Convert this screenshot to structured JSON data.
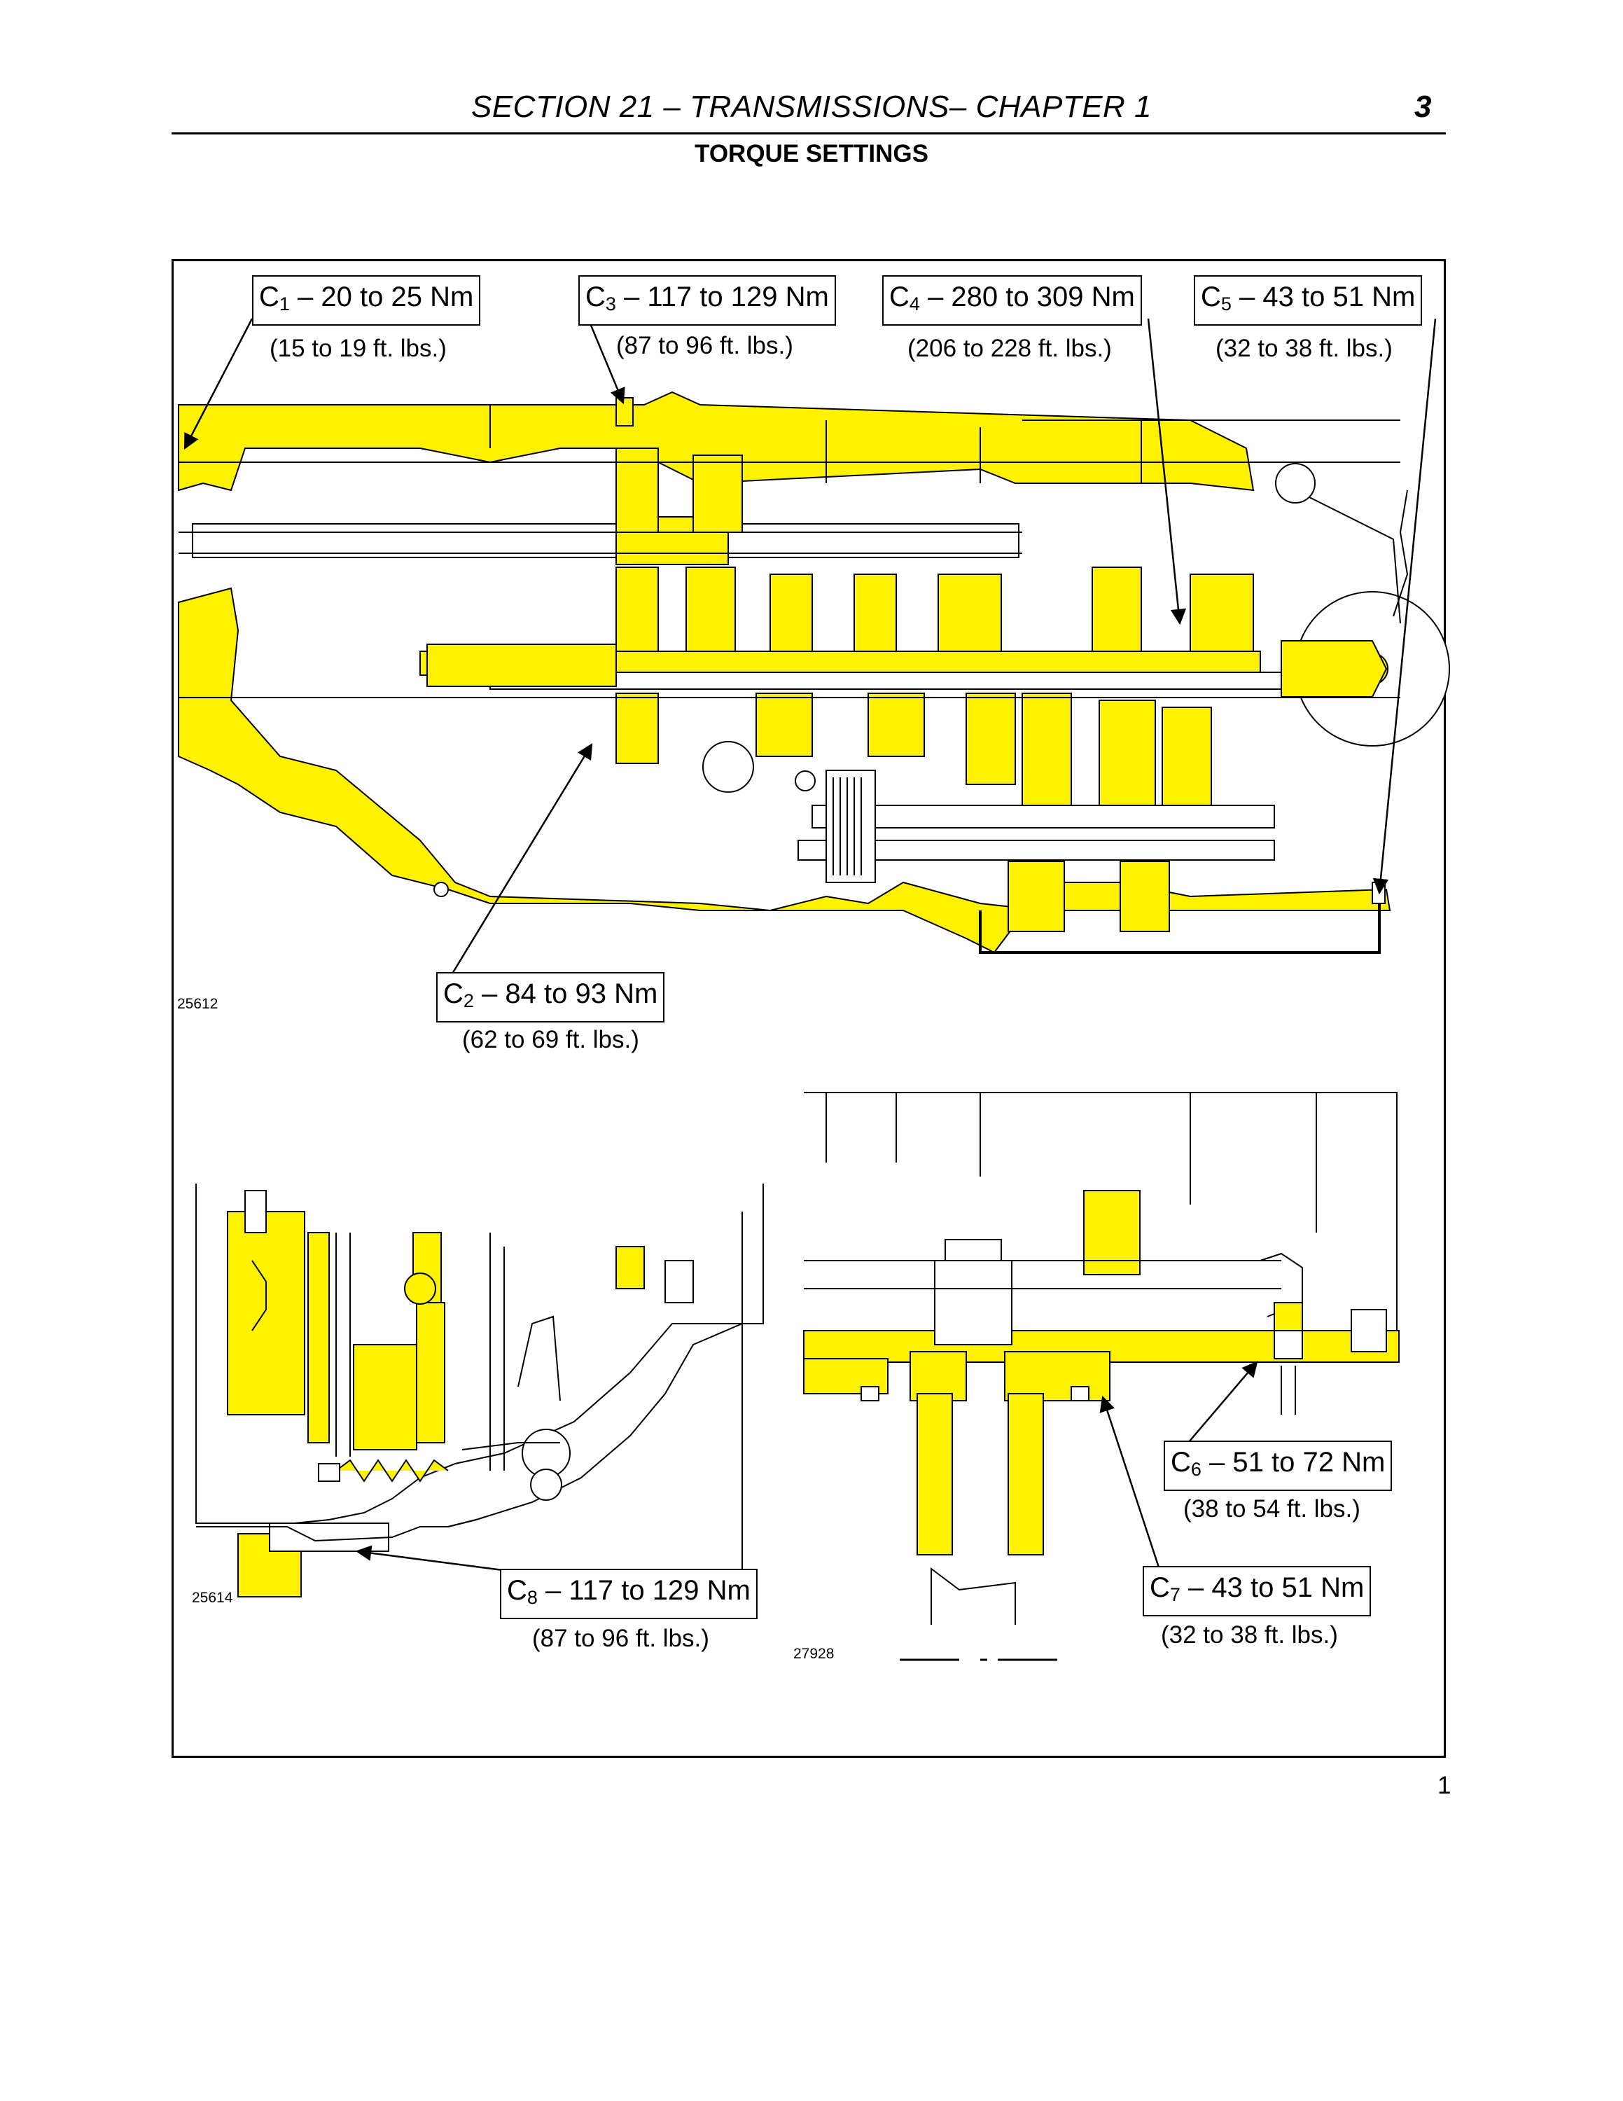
{
  "header": {
    "title": "SECTION 21 – TRANSMISSIONS– CHAPTER 1",
    "page_number": "3",
    "subtitle": "TORQUE SETTINGS"
  },
  "callouts": [
    {
      "id": "c1",
      "label": "C",
      "index": "1",
      "value": " – 20 to 25 Nm",
      "sub": "(15 to 19 ft. lbs.)"
    },
    {
      "id": "c3",
      "label": "C",
      "index": "3",
      "value": " – 117 to 129 Nm",
      "sub": "(87 to 96 ft. lbs.)"
    },
    {
      "id": "c4",
      "label": "C",
      "index": "4",
      "value": " – 280 to 309 Nm",
      "sub": "(206 to 228 ft. lbs.)"
    },
    {
      "id": "c5",
      "label": "C",
      "index": "5",
      "value": " – 43 to 51 Nm",
      "sub": "(32 to 38 ft. lbs.)"
    },
    {
      "id": "c2",
      "label": "C",
      "index": "2",
      "value": " – 84 to 93 Nm",
      "sub": "(62 to 69 ft. lbs.)"
    },
    {
      "id": "c6",
      "label": "C",
      "index": "6",
      "value": " – 51 to 72 Nm",
      "sub": "(38 to 54 ft. lbs.)"
    },
    {
      "id": "c7",
      "label": "C",
      "index": "7",
      "value": " – 43 to 51 Nm",
      "sub": "(32 to 38 ft. lbs.)"
    },
    {
      "id": "c8",
      "label": "C",
      "index": "8",
      "value": " – 117 to 129 Nm",
      "sub": "(87 to 96 ft. lbs.)"
    }
  ],
  "figure_ids": {
    "main": "25612",
    "lower_left": "25614",
    "lower_right": "27928"
  },
  "footer": {
    "page_number": "1"
  },
  "colors": {
    "highlight": "#fff200",
    "line": "#000000"
  }
}
